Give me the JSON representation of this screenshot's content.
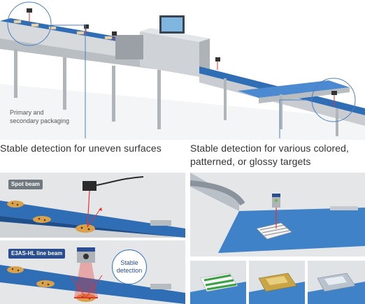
{
  "hero": {
    "label_line1": "Primary and",
    "label_line2": "secondary packaging"
  },
  "captions": {
    "left": "Stable detection for uneven surfaces",
    "right_line1": "Stable detection for various colored,",
    "right_line2": "patterned, or glossy targets"
  },
  "panels": {
    "spot_beam_tag": "Spot beam",
    "line_beam_tag": "E3AS-HL line beam",
    "stable_line1": "Stable",
    "stable_line2": "detection"
  },
  "colors": {
    "belt_blue": "#2f6db5",
    "frame_steel": "#c9cdd2",
    "laser_red": "#e8322e",
    "tag_blue": "#2a4d8f"
  }
}
